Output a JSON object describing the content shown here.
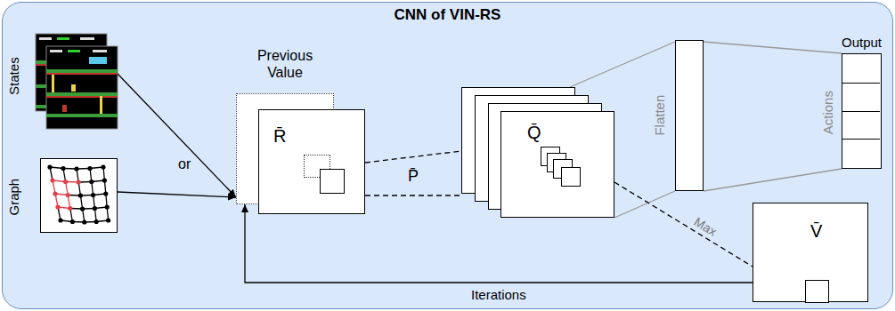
{
  "diagram": {
    "nodes": [
      {
        "text": [
          "CNN of VIN-RS"
        ]
      },
      {
        "text": [
          "States"
        ],
        "in": 0
      },
      {
        "text": [
          "Graph"
        ],
        "in": 0
      },
      {
        "text": [
          "Previous Value"
        ],
        "in": 0
      },
      {
        "text": [
          "R̄"
        ],
        "in": 0
      },
      {
        "text": [
          "Q̄"
        ],
        "in": 0
      },
      {
        "text": [
          "Flatten"
        ],
        "in": 0
      },
      {
        "text": [
          "Output",
          "Actions"
        ],
        "in": 0
      },
      {
        "text": [
          "V̄"
        ],
        "in": 0
      }
    ],
    "edges": [
      {
        "from": 1,
        "to": 3,
        "arrow": "to"
      },
      {
        "from": 2,
        "to": 3,
        "arrow": "to"
      },
      {
        "from": 4,
        "to": 5,
        "label": "P̄",
        "arrow": "none"
      },
      {
        "from": 5,
        "to": 6,
        "arrow": "none"
      },
      {
        "from": 6,
        "to": 7,
        "arrow": "none"
      },
      {
        "from": 5,
        "to": 8,
        "label": "Max",
        "arrow": "none"
      },
      {
        "from": 8,
        "to": 3,
        "label": "Iterations",
        "arrow": "to"
      }
    ],
    "labels": [
      "or"
    ]
  }
}
